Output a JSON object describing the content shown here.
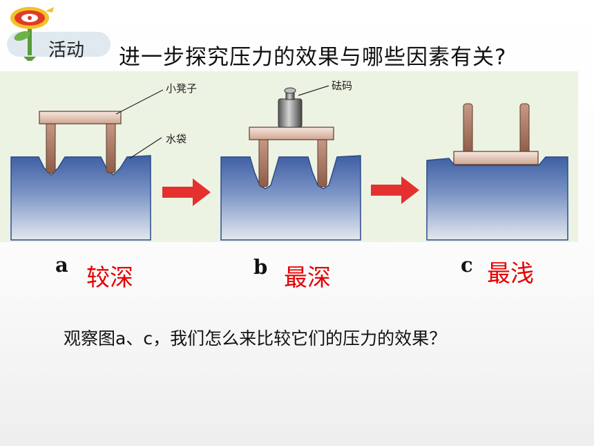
{
  "header": {
    "badge_label": "活动",
    "title": "进一步探究压力的效果与哪些因素有关?"
  },
  "diagram": {
    "callouts": {
      "stool": "小凳子",
      "water_bag": "水袋",
      "weight": "砝码"
    },
    "panels": [
      {
        "letter": "a",
        "depth_label": "较深"
      },
      {
        "letter": "b",
        "depth_label": "最深"
      },
      {
        "letter": "c",
        "depth_label": "最浅"
      }
    ]
  },
  "question": "观察图a、c，我们怎么来比较它们的压力的效果？",
  "colors": {
    "depth_text": "#e60000",
    "arrow": "#e53030",
    "water": "#4a6aa8",
    "wood": "#9a6a52",
    "panel_bg": "#ecf3e3"
  }
}
